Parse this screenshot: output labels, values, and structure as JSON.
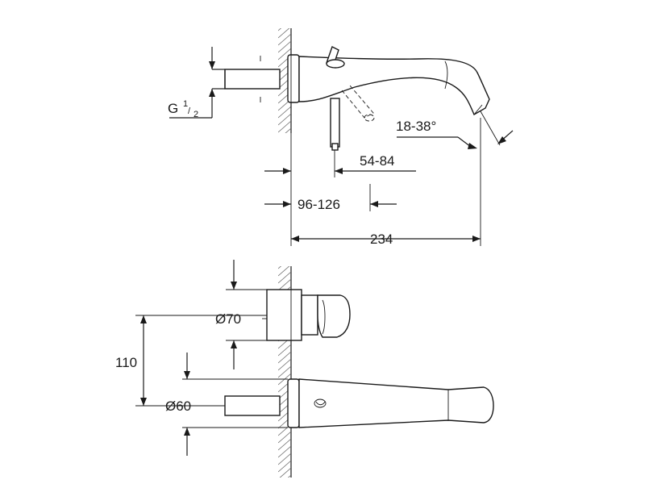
{
  "labels": {
    "thread": "G",
    "thread_num": "1",
    "thread_den": "2",
    "angle": "18-38°",
    "dim_54_84": "54-84",
    "dim_96_126": "96-126",
    "dim_234": "234",
    "dim_d70": "Ø70",
    "dim_110": "110",
    "dim_d60": "Ø60"
  }
}
